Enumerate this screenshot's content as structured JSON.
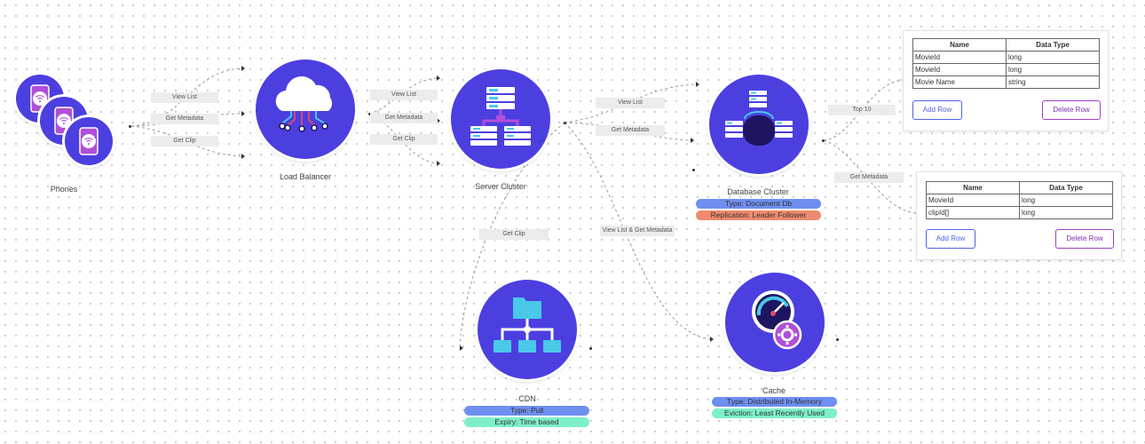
{
  "nodes": {
    "phones": {
      "label": "Phones"
    },
    "load_balancer": {
      "label": "Load Balancer"
    },
    "server_cluster": {
      "label": "Server Cluster"
    },
    "database_cluster": {
      "label": "Database Cluster",
      "tags": [
        "Type: Document Db",
        "Replication: Leader Follower"
      ]
    },
    "cdn": {
      "label": "CDN",
      "tags": [
        "Type: Pull",
        "Expiry: Time based"
      ]
    },
    "cache": {
      "label": "Cache",
      "tags": [
        "Type: Distributed In-Memory",
        "Eviction: Least Recently Used"
      ]
    }
  },
  "edge_labels": {
    "phones_view_list": "View List",
    "phones_get_metadata": "Get Metadata",
    "phones_get_clip": "Get Clip",
    "lb_view_list": "View List",
    "lb_get_metadata": "Get Metadata",
    "lb_get_clip": "Get Clip",
    "server_view_list": "View List",
    "server_get_metadata": "Get Metadata",
    "server_get_clip": "Get Clip",
    "server_view_list_get_metadata": "View List & Get Metadata",
    "db_top10": "Top 10",
    "db_get_metadata": "Get Metadata"
  },
  "tables": {
    "top10": {
      "headers": [
        "Name",
        "Data Type"
      ],
      "rows": [
        [
          "MovieId",
          "long"
        ],
        [
          "MovieId",
          "long"
        ],
        [
          "Movie Name",
          "string"
        ]
      ],
      "add_label": "Add Row",
      "delete_label": "Delete Row"
    },
    "metadata": {
      "headers": [
        "Name",
        "Data Type"
      ],
      "rows": [
        [
          "MovieId",
          "long"
        ],
        [
          "clipId[]",
          "long"
        ]
      ],
      "add_label": "Add Row",
      "delete_label": "Delete Row"
    }
  },
  "colors": {
    "node_fill": "#4b3fe0",
    "tag_blue": "#6f8ff0",
    "tag_orange": "#ef8a6e",
    "tag_green": "#7df0c8"
  }
}
